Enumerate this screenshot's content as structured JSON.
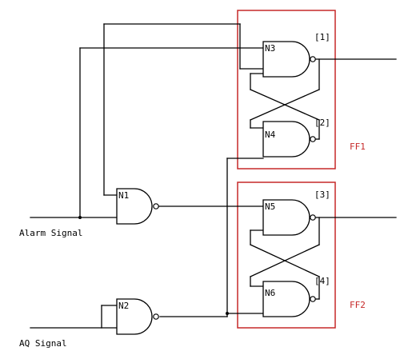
{
  "colors": {
    "wire": "#000000",
    "flip_flop_box": "#c62828",
    "flip_flop_label": "#c62828"
  },
  "gates": {
    "n1": "N1",
    "n2": "N2",
    "n3": "N3",
    "n4": "N4",
    "n5": "N5",
    "n6": "N6"
  },
  "slots": {
    "s1": "[1]",
    "s2": "[2]",
    "s3": "[3]",
    "s4": "[4]"
  },
  "flip_flops": {
    "ff1": "FF1",
    "ff2": "FF2"
  },
  "signals": {
    "alarm": "Alarm Signal",
    "aq": "AQ Signal"
  }
}
